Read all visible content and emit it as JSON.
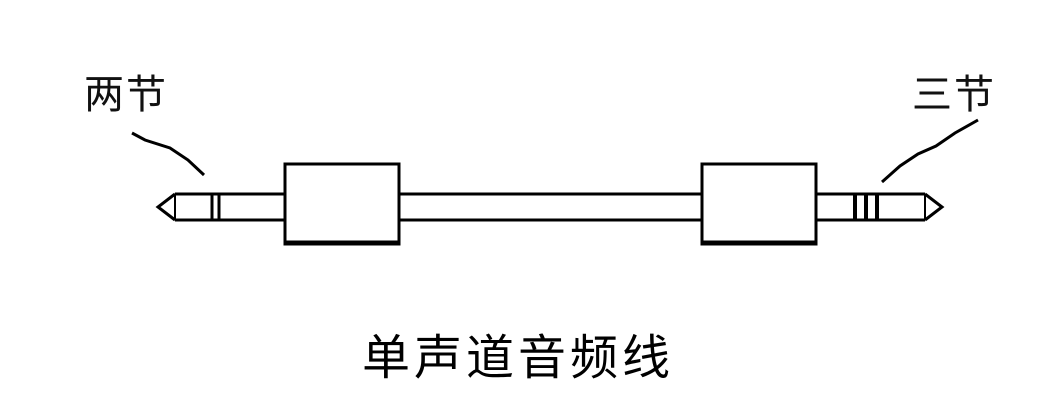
{
  "labels": {
    "left_plug": "两节",
    "right_plug": "三节",
    "caption": "单声道音频线"
  },
  "colors": {
    "background": "#ffffff",
    "line": "#000000"
  }
}
